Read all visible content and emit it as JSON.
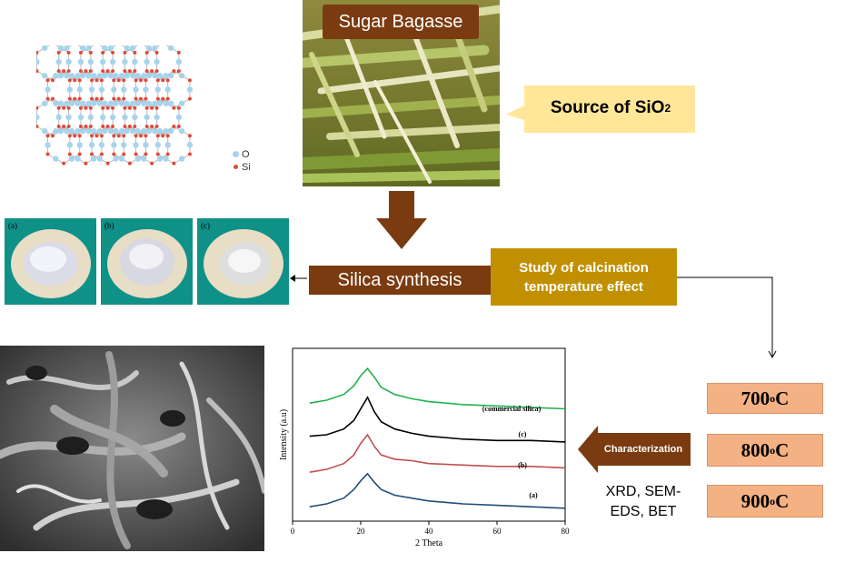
{
  "bagasse": {
    "title": "Sugar Bagasse"
  },
  "source": {
    "text": "Source of SiO",
    "sub": "2"
  },
  "lattice": {
    "legend_o": "O",
    "legend_si": "Si"
  },
  "samples": {
    "labels": [
      "(a)",
      "(b)",
      "(c)"
    ]
  },
  "synthesis": {
    "label": "Silica synthesis"
  },
  "study": {
    "line1": "Study of calcination",
    "line2": "temperature effect"
  },
  "temperatures": [
    {
      "value": "700",
      "sup": "o",
      "unit": "C"
    },
    {
      "value": "800",
      "sup": "o",
      "unit": "C"
    },
    {
      "value": "900",
      "sup": "o",
      "unit": "C"
    }
  ],
  "characterization": {
    "label": "Characterization",
    "methods_line1": "XRD, SEM-",
    "methods_line2": "EDS, BET"
  },
  "colors": {
    "brown": "#7b3b10",
    "gold": "#c09000",
    "peach": "#f4b183",
    "cream": "#ffe699",
    "teal": "#0f9187"
  },
  "chart_data": {
    "type": "line",
    "xlabel": "2 Theta",
    "ylabel": "Intensity (a.u)",
    "xlim": [
      0,
      80
    ],
    "xticks": [
      "0",
      "20",
      "40",
      "60",
      "80"
    ],
    "x": [
      5,
      10,
      15,
      18,
      20,
      22,
      24,
      26,
      30,
      35,
      40,
      50,
      60,
      70,
      80
    ],
    "series": [
      {
        "name": "(commercial silica)",
        "color": "#22b14c",
        "values": [
          8.2,
          8.4,
          8.8,
          9.4,
          10.1,
          10.6,
          10.0,
          9.3,
          8.8,
          8.5,
          8.3,
          8.1,
          8.0,
          7.9,
          7.8
        ]
      },
      {
        "name": "(c)",
        "color": "#000000",
        "values": [
          5.9,
          6.0,
          6.4,
          7.0,
          7.8,
          8.6,
          7.6,
          6.9,
          6.4,
          6.1,
          5.9,
          5.7,
          5.6,
          5.6,
          5.5
        ]
      },
      {
        "name": "(b)",
        "color": "#c0504d",
        "values": [
          3.4,
          3.6,
          4.0,
          4.6,
          5.4,
          6.0,
          5.2,
          4.6,
          4.3,
          4.2,
          4.0,
          3.9,
          3.8,
          3.8,
          3.7
        ]
      },
      {
        "name": "(a)",
        "color": "#1f4e79",
        "values": [
          1.0,
          1.2,
          1.6,
          2.2,
          2.8,
          3.3,
          2.7,
          2.2,
          1.8,
          1.6,
          1.4,
          1.2,
          1.1,
          1.0,
          0.9
        ]
      }
    ]
  }
}
